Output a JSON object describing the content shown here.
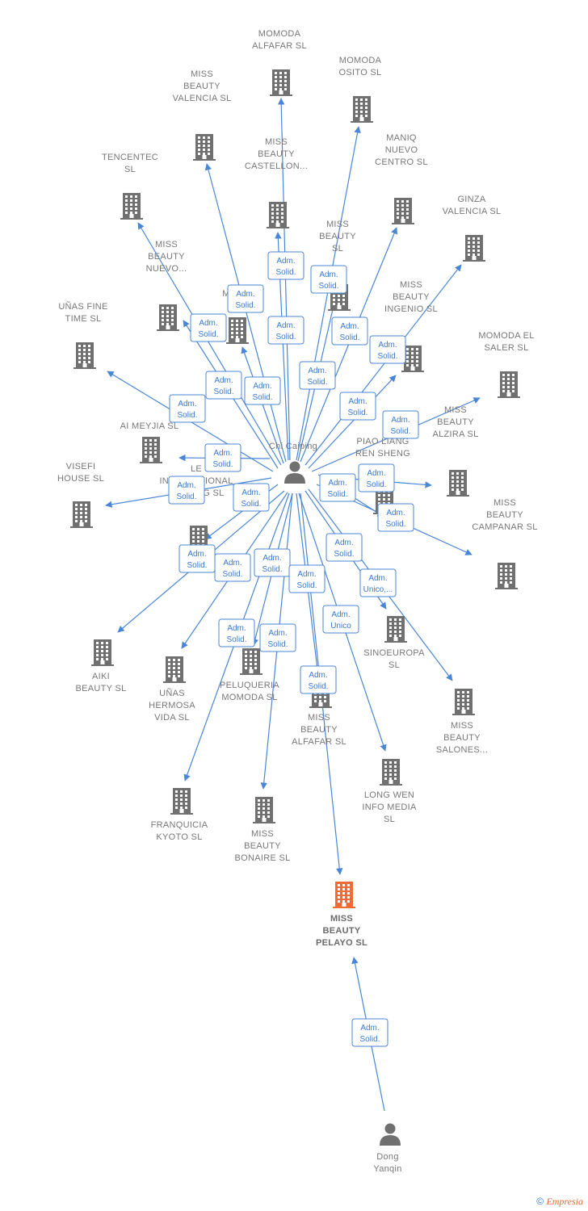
{
  "brand": {
    "copyright_symbol": "©",
    "name": "Empresia"
  },
  "colors": {
    "edge": "#4a86d6",
    "node": "#707070",
    "focus": "#f26b35",
    "label": "#777777"
  },
  "persons": [
    {
      "id": "p1",
      "lines": [
        "Chi Caiping"
      ]
    },
    {
      "id": "p2",
      "lines": [
        "Dong",
        "Yanqin"
      ]
    }
  ],
  "companies": [
    {
      "id": "c1",
      "lines": [
        "MOMODA",
        "ALFAFAR  SL"
      ]
    },
    {
      "id": "c2",
      "lines": [
        "MOMODA",
        "OSITO  SL"
      ]
    },
    {
      "id": "c3",
      "lines": [
        "MISS",
        "BEAUTY",
        "VALENCIA  SL"
      ]
    },
    {
      "id": "c4",
      "lines": [
        "TENCENTEC",
        "SL"
      ]
    },
    {
      "id": "c5",
      "lines": [
        "MISS",
        "BEAUTY",
        "CASTELLON..."
      ]
    },
    {
      "id": "c6",
      "lines": [
        "MANIQ",
        "NUEVO",
        "CENTRO  SL"
      ]
    },
    {
      "id": "c7",
      "lines": [
        "GINZA",
        "VALENCIA  SL"
      ]
    },
    {
      "id": "c8",
      "lines": [
        "MISS",
        "BEAUTY",
        "SL"
      ]
    },
    {
      "id": "c9",
      "lines": [
        "MISS",
        "BEAUTY",
        "NUEVO..."
      ]
    },
    {
      "id": "c10",
      "lines": [
        "MINI S",
        "SL"
      ]
    },
    {
      "id": "c11",
      "lines": [
        "UÑAS FINE",
        "TIME  SL"
      ]
    },
    {
      "id": "c12",
      "lines": [
        "MISS",
        "BEAUTY",
        "INGENIO  SL"
      ]
    },
    {
      "id": "c13",
      "lines": [
        "MOMODA EL",
        "SALER  SL"
      ]
    },
    {
      "id": "c14",
      "lines": [
        "AI MEYJIA  SL"
      ]
    },
    {
      "id": "c15",
      "lines": [
        "PIAO LIANG",
        "REN SHENG"
      ]
    },
    {
      "id": "c16",
      "lines": [
        "MISS",
        "BEAUTY",
        "ALZIRA  SL"
      ]
    },
    {
      "id": "c17",
      "lines": [
        "VISEFI",
        "HOUSE  SL"
      ]
    },
    {
      "id": "c18",
      "lines": [
        "LE",
        "INTERNATIONAL",
        "TRADING  SL"
      ]
    },
    {
      "id": "c19",
      "lines": [
        "MISS",
        "BEAUTY",
        "CAMPANAR  SL"
      ]
    },
    {
      "id": "c20",
      "lines": [
        "AIKI",
        "BEAUTY  SL"
      ]
    },
    {
      "id": "c21",
      "lines": [
        "UÑAS",
        "HERMOSA",
        "VIDA  SL"
      ]
    },
    {
      "id": "c22",
      "lines": [
        "PELUQUERIA",
        "MOMODA  SL"
      ]
    },
    {
      "id": "c23",
      "lines": [
        "SINOEUROPA",
        "SL"
      ]
    },
    {
      "id": "c24",
      "lines": [
        "MISS",
        "BEAUTY",
        "ALFAFAR  SL"
      ]
    },
    {
      "id": "c25",
      "lines": [
        "MISS",
        "BEAUTY",
        "SALONES..."
      ]
    },
    {
      "id": "c26",
      "lines": [
        "LONG WEN",
        "INFO MEDIA",
        "SL"
      ]
    },
    {
      "id": "c27",
      "lines": [
        "FRANQUICIA",
        "KYOTO  SL"
      ]
    },
    {
      "id": "c28",
      "lines": [
        "MISS",
        "BEAUTY",
        "BONAIRE  SL"
      ]
    },
    {
      "id": "c29",
      "lines": [
        "MISS",
        "BEAUTY",
        "PELAYO  SL"
      ],
      "focus": true
    }
  ],
  "edges": [
    {
      "from": "p1",
      "to": "c1",
      "label": [
        "Adm.",
        "Solid."
      ]
    },
    {
      "from": "p1",
      "to": "c2",
      "label": [
        "Adm.",
        "Solid."
      ]
    },
    {
      "from": "p1",
      "to": "c3",
      "label": [
        "Adm.",
        "Solid."
      ]
    },
    {
      "from": "p1",
      "to": "c4",
      "label": [
        "Adm.",
        "Solid."
      ]
    },
    {
      "from": "p1",
      "to": "c5",
      "label": [
        "Adm.",
        "Solid."
      ]
    },
    {
      "from": "p1",
      "to": "c6",
      "label": [
        "Adm.",
        "Solid."
      ]
    },
    {
      "from": "p1",
      "to": "c7",
      "label": [
        "Adm.",
        "Solid."
      ]
    },
    {
      "from": "p1",
      "to": "c8",
      "label": [
        "Adm.",
        "Solid."
      ]
    },
    {
      "from": "p1",
      "to": "c9",
      "label": [
        "Adm.",
        "Solid."
      ]
    },
    {
      "from": "p1",
      "to": "c10",
      "label": [
        "Adm.",
        "Solid."
      ]
    },
    {
      "from": "p1",
      "to": "c11",
      "label": [
        "Adm.",
        "Solid."
      ]
    },
    {
      "from": "p1",
      "to": "c12",
      "label": [
        "Adm.",
        "Solid."
      ]
    },
    {
      "from": "p1",
      "to": "c13",
      "label": [
        "Adm.",
        "Solid."
      ]
    },
    {
      "from": "p1",
      "to": "c14",
      "label": [
        "Adm.",
        "Solid."
      ]
    },
    {
      "from": "p1",
      "to": "c15",
      "label": [
        "Adm.",
        "Solid."
      ]
    },
    {
      "from": "p1",
      "to": "c16",
      "label": [
        "Adm.",
        "Solid."
      ]
    },
    {
      "from": "p1",
      "to": "c17",
      "label": [
        "Adm.",
        "Solid."
      ]
    },
    {
      "from": "p1",
      "to": "c18",
      "label": [
        "Adm.",
        "Solid."
      ]
    },
    {
      "from": "p1",
      "to": "c19",
      "label": [
        "Adm.",
        "Solid."
      ]
    },
    {
      "from": "p1",
      "to": "c20",
      "label": [
        "Adm.",
        "Solid."
      ]
    },
    {
      "from": "p1",
      "to": "c21",
      "label": [
        "Adm.",
        "Solid."
      ]
    },
    {
      "from": "p1",
      "to": "c22",
      "label": [
        "Adm.",
        "Solid."
      ]
    },
    {
      "from": "p1",
      "to": "c23",
      "label": [
        "Adm.",
        "Solid."
      ]
    },
    {
      "from": "p1",
      "to": "c24",
      "label": [
        "Adm.",
        "Solid."
      ]
    },
    {
      "from": "p1",
      "to": "c25",
      "label": [
        "Adm.",
        "Unico,..."
      ]
    },
    {
      "from": "p1",
      "to": "c26",
      "label": [
        "Adm.",
        "Unico"
      ]
    },
    {
      "from": "p1",
      "to": "c27",
      "label": [
        "Adm.",
        "Solid."
      ]
    },
    {
      "from": "p1",
      "to": "c28",
      "label": [
        "Adm.",
        "Solid."
      ]
    },
    {
      "from": "p1",
      "to": "c29",
      "label": [
        "Adm.",
        "Solid."
      ]
    },
    {
      "from": "p2",
      "to": "c29",
      "label": [
        "Adm.",
        "Solid."
      ]
    }
  ]
}
